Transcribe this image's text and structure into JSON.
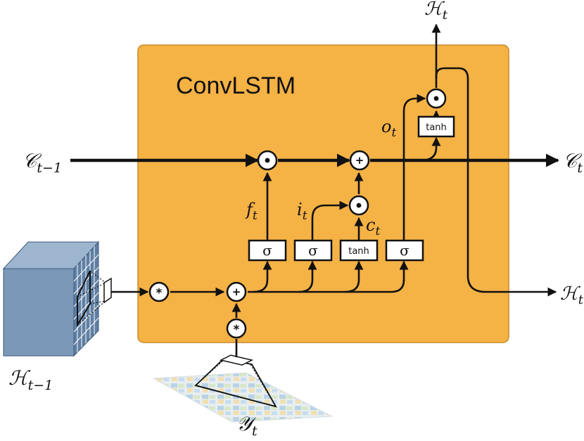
{
  "diagram": {
    "title": "ConvLSTM",
    "labels": {
      "c_prev": "𝒞t−1",
      "c_prev_base": "𝒞",
      "c_prev_sub": "t−1",
      "c_out_base": "𝒞",
      "c_out_sub": "t",
      "h_top_base": "ℋ",
      "h_top_sub": "t",
      "h_right_base": "ℋ",
      "h_right_sub": "t",
      "h_prev_base": "ℋ",
      "h_prev_sub": "t−1",
      "y_base": "𝒴",
      "y_sub": "t",
      "f_base": "f",
      "f_sub": "t",
      "i_base": "i",
      "i_sub": "t",
      "c_base": "c",
      "c_sub": "t",
      "o_base": "o",
      "o_sub": "t"
    },
    "gates": {
      "sigma": "σ",
      "tanh": "tanh"
    },
    "ops": {
      "multiply": "⊙",
      "add": "+",
      "conv": "*"
    },
    "colors": {
      "cell_fill": "#F5B245",
      "cell_stroke": "#C98A2B",
      "cube_front": "#7B98B8",
      "cube_top": "#9DB5CF",
      "cube_side": "#5F7FA3",
      "ink": "#111111"
    }
  }
}
